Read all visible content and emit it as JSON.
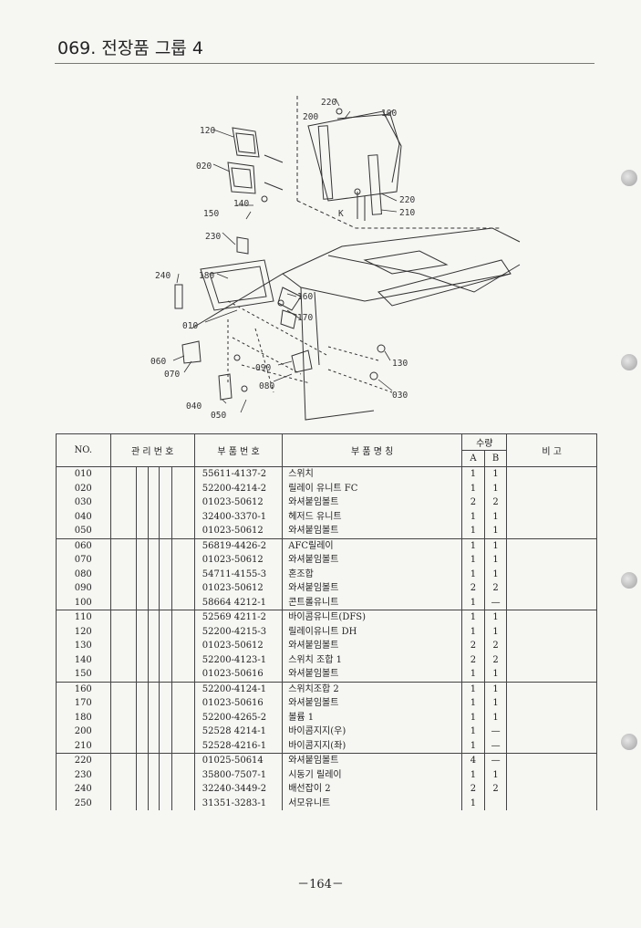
{
  "page_title": "069. 전장품 그룹 4",
  "page_number": "－164－",
  "diagram": {
    "callouts": [
      "220",
      "200",
      "100",
      "120",
      "020",
      "140",
      "150",
      "230",
      "240",
      "180",
      "010",
      "160",
      "170",
      "060",
      "070",
      "090",
      "080",
      "040",
      "050",
      "130",
      "030",
      "220",
      "210"
    ],
    "k_label": "K"
  },
  "table": {
    "headers": {
      "no": "NO.",
      "mgmt": "관 리 번 호",
      "part_no": "부 품 번 호",
      "part_name": "부 품 명 칭",
      "qty": "수량",
      "qty_a": "A",
      "qty_b": "B",
      "remarks": "비 고"
    },
    "groups": [
      [
        {
          "no": "010",
          "part_no": "55611-4137-2",
          "name": "스위치",
          "a": "1",
          "b": "1"
        },
        {
          "no": "020",
          "part_no": "52200-4214-2",
          "name": "릴레이 유니트 FC",
          "a": "1",
          "b": "1"
        },
        {
          "no": "030",
          "part_no": "01023-50612",
          "name": "와셔붙임볼트",
          "a": "2",
          "b": "2"
        },
        {
          "no": "040",
          "part_no": "32400-3370-1",
          "name": "헤저드 유니트",
          "a": "1",
          "b": "1"
        },
        {
          "no": "050",
          "part_no": "01023-50612",
          "name": "와셔붙임볼트",
          "a": "1",
          "b": "1"
        }
      ],
      [
        {
          "no": "060",
          "part_no": "56819-4426-2",
          "name": "AFC릴레이",
          "a": "1",
          "b": "1"
        },
        {
          "no": "070",
          "part_no": "01023-50612",
          "name": "와셔붙임볼트",
          "a": "1",
          "b": "1"
        },
        {
          "no": "080",
          "part_no": "54711-4155-3",
          "name": "혼조합",
          "a": "1",
          "b": "1"
        },
        {
          "no": "090",
          "part_no": "01023-50612",
          "name": "와셔붙임볼트",
          "a": "2",
          "b": "2"
        },
        {
          "no": "100",
          "part_no": "58664 4212-1",
          "name": "콘트롤유니트",
          "a": "1",
          "b": "—"
        }
      ],
      [
        {
          "no": "110",
          "part_no": "52569 4211-2",
          "name": "바이콤유니트(DFS)",
          "a": "1",
          "b": "1"
        },
        {
          "no": "120",
          "part_no": "52200-4215-3",
          "name": "릴레이유니트 DH",
          "a": "1",
          "b": "1"
        },
        {
          "no": "130",
          "part_no": "01023-50612",
          "name": "와셔붙임볼트",
          "a": "2",
          "b": "2"
        },
        {
          "no": "140",
          "part_no": "52200-4123-1",
          "name": "스위치 조합 1",
          "a": "2",
          "b": "2"
        },
        {
          "no": "150",
          "part_no": "01023-50616",
          "name": "와셔붙임볼트",
          "a": "1",
          "b": "1"
        }
      ],
      [
        {
          "no": "160",
          "part_no": "52200-4124-1",
          "name": "스위치조합 2",
          "a": "1",
          "b": "1"
        },
        {
          "no": "170",
          "part_no": "01023-50616",
          "name": "와셔붙임볼트",
          "a": "1",
          "b": "1"
        },
        {
          "no": "180",
          "part_no": "52200-4265-2",
          "name": "볼륨 1",
          "a": "1",
          "b": "1"
        },
        {
          "no": "200",
          "part_no": "52528 4214-1",
          "name": "바이콤지지(우)",
          "a": "1",
          "b": "—"
        },
        {
          "no": "210",
          "part_no": "52528-4216-1",
          "name": "바이콤지지(좌)",
          "a": "1",
          "b": "—"
        }
      ],
      [
        {
          "no": "220",
          "part_no": "01025-50614",
          "name": "와셔붙임볼트",
          "a": "4",
          "b": "—"
        },
        {
          "no": "230",
          "part_no": "35800-7507-1",
          "name": "시동기 릴레이",
          "a": "1",
          "b": "1"
        },
        {
          "no": "240",
          "part_no": "32240-3449-2",
          "name": "배선잡이 2",
          "a": "2",
          "b": "2"
        },
        {
          "no": "250",
          "part_no": "31351-3283-1",
          "name": "서모유니트",
          "a": "1",
          "b": ""
        }
      ]
    ]
  }
}
